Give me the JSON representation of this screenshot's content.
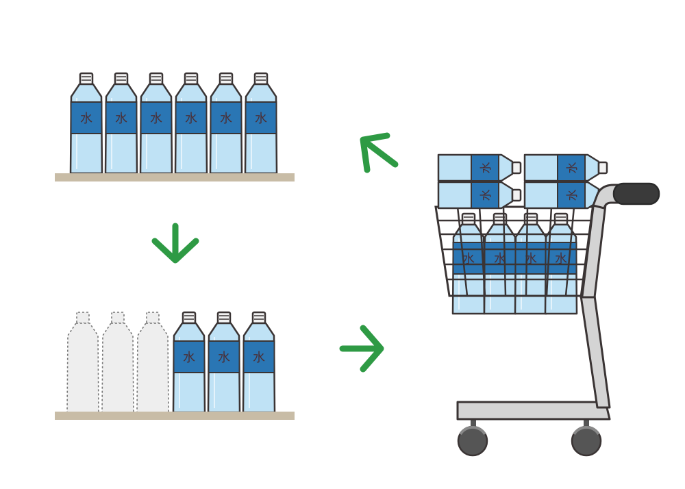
{
  "label_text": "水",
  "shelf_top": {
    "full_bottles": 6,
    "empty_slots": 0
  },
  "shelf_bottom": {
    "full_bottles": 3,
    "empty_slots": 3
  },
  "cart": {
    "lying_bottles": 4,
    "standing_bottles": 4
  },
  "colors": {
    "bottle_light": "#bfe2f5",
    "bottle_label": "#2a76b4",
    "outline": "#3a3434",
    "cap": "#f2f2f2",
    "shelf": "#c8bca6",
    "arrow": "#2e9a44",
    "ghost_fill": "#eeeeee",
    "ghost_stroke": "#777777",
    "cart_frame": "#d4d4d4",
    "cart_handle": "#3a3a3a",
    "wheel": "#555555"
  },
  "icons": [
    "green-arrow-icon",
    "water-bottle-icon",
    "shopping-cart-icon"
  ]
}
